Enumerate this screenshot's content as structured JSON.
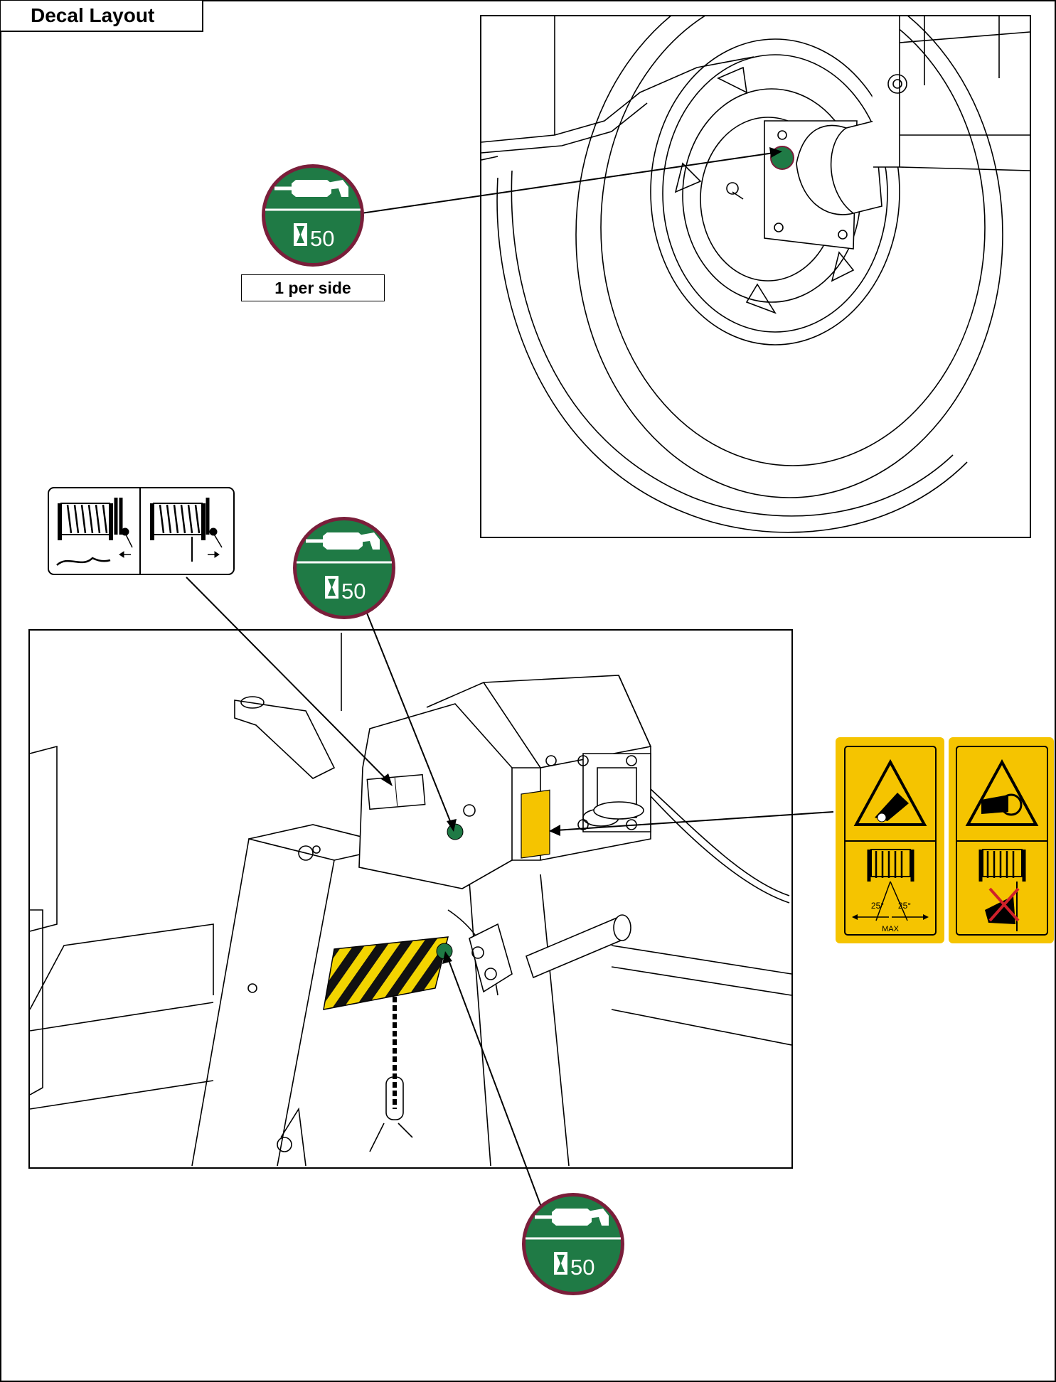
{
  "page": {
    "title": "Decal Layout"
  },
  "callouts": {
    "per_side_note": "1 per side"
  },
  "grease_decal": {
    "interval_value": "50",
    "color": "#1f7a45",
    "ring_color": "#7a1e3a",
    "icon": "grease-gun-icon"
  },
  "tip_decal": {
    "angle_left": "25°",
    "angle_right": "25°",
    "max_label": "MAX",
    "color": "#f5c400",
    "icons": [
      "tip-over-warning-icon",
      "winch-drum-icon",
      "entanglement-warning-icon"
    ]
  },
  "winch_decal": {
    "icons": [
      "winch-release-icon",
      "winch-engage-icon"
    ]
  }
}
